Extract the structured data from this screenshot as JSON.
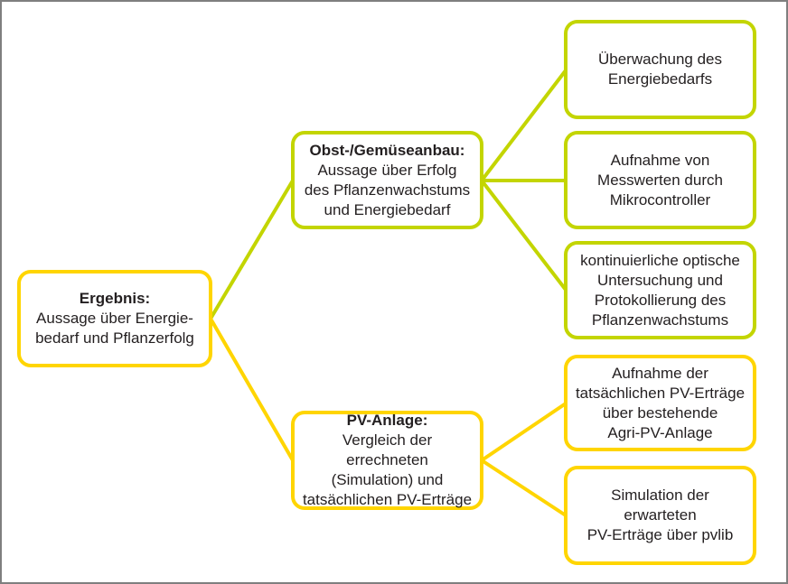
{
  "colors": {
    "yellow": "#FFD500",
    "green": "#C3D500",
    "frame": "#7F7F7F",
    "text": "#231F20"
  },
  "diagram": {
    "root": {
      "title": "Ergebnis:",
      "body": "Aussage über Energie-\nbedarf und Pflanzerfolg"
    },
    "branch_obst": {
      "title": "Obst-/Gemüseanbau:",
      "body": "Aussage über Erfolg\ndes Pflanzenwachstums\nund Energiebedarf"
    },
    "branch_pv": {
      "title": "PV-Anlage:",
      "body": "Vergleich der errechneten\n(Simulation) und\ntatsächlichen PV-Erträge"
    },
    "leaf_monitoring": {
      "body": "Überwachung des\nEnergiebedarfs"
    },
    "leaf_measurement": {
      "body": "Aufnahme von\nMesswerten durch\nMikrocontroller"
    },
    "leaf_optical": {
      "body": "kontinuierliche optische\nUntersuchung und\nProtokollierung des\nPflanzenwachstums"
    },
    "leaf_actual_yield": {
      "body": "Aufnahme der\ntatsächlichen PV-Erträge\nüber bestehende\nAgri-PV-Anlage"
    },
    "leaf_simulation": {
      "body": "Simulation der\nerwarteten\nPV-Erträge über pvlib"
    }
  }
}
